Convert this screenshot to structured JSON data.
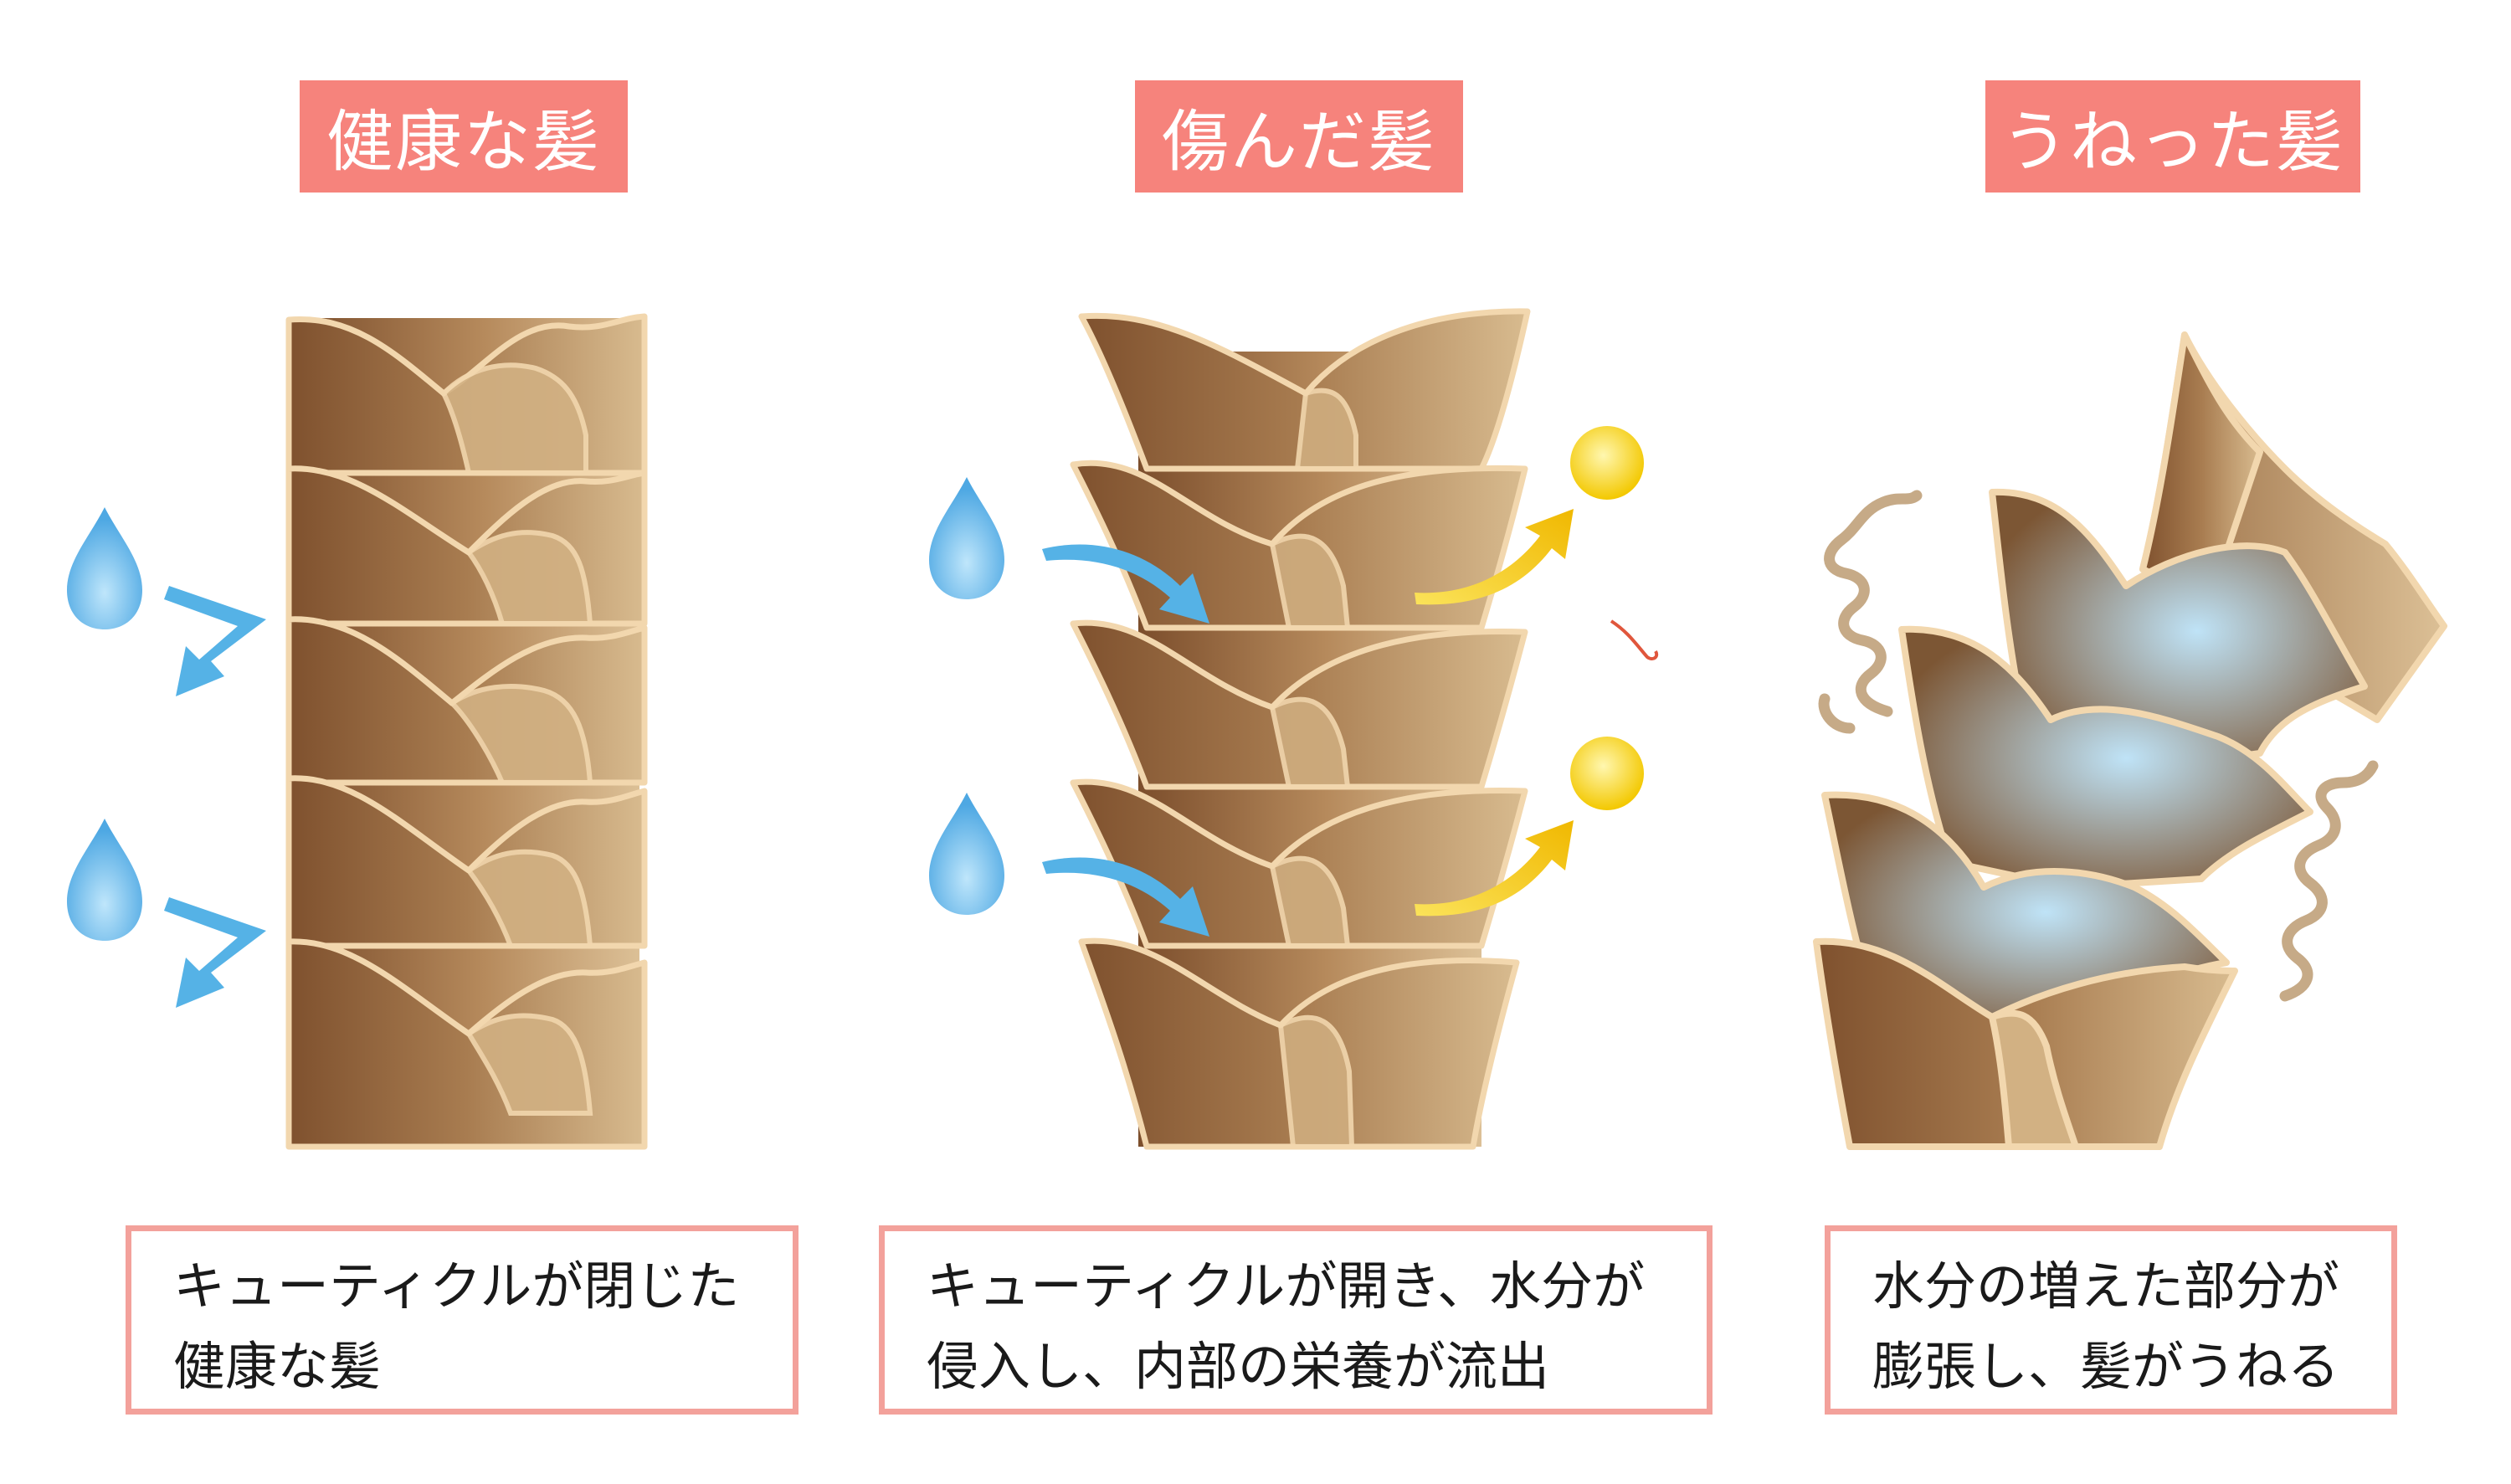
{
  "panels": [
    {
      "title": "健康な髪",
      "caption_line1": "キューティクルが閉じた",
      "caption_line2": "健康な髪"
    },
    {
      "title": "傷んだ髪",
      "caption_line1": "キューティクルが開き、水分が",
      "caption_line2": "侵入し、内部の栄養が流出"
    },
    {
      "title": "うねった髪",
      "caption_line1": "水分の増えた部分が",
      "caption_line2": "膨張し、髪がうねる"
    }
  ],
  "colors": {
    "title_bg": "#f6837c",
    "caption_border": "#f3a19b",
    "hair_dark": "#7c4e2c",
    "hair_light": "#dcc096",
    "cuticle_edge": "#f2d7ae",
    "water": "#5ab3e8",
    "nutrient": "#f7d21c"
  }
}
